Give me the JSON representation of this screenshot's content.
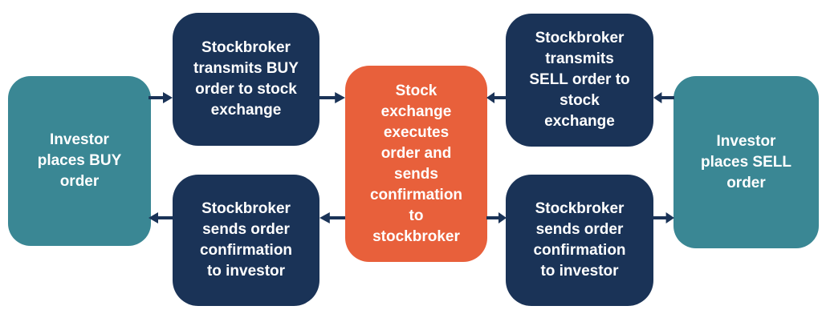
{
  "colors": {
    "teal": "#3A8794",
    "navy": "#1A3357",
    "orange": "#E8603B",
    "text": "#FFFFFF",
    "background": "#FFFFFF"
  },
  "nodes": [
    {
      "id": "investor-buy",
      "color": "teal",
      "label": "Investor\nplaces BUY\norder"
    },
    {
      "id": "broker-buy-transmit",
      "color": "navy",
      "label": "Stockbroker\ntransmits BUY\norder to stock\nexchange"
    },
    {
      "id": "exchange",
      "color": "orange",
      "label": "Stock\nexchange\nexecutes\norder and\nsends\nconfirmation\nto\nstockbroker"
    },
    {
      "id": "broker-sell-transmit",
      "color": "navy",
      "label": "Stockbroker\ntransmits\nSELL order to\nstock\nexchange"
    },
    {
      "id": "investor-sell",
      "color": "teal",
      "label": "Investor\nplaces SELL\norder"
    },
    {
      "id": "broker-buy-confirm",
      "color": "navy",
      "label": "Stockbroker\nsends order\nconfirmation\nto investor"
    },
    {
      "id": "broker-sell-confirm",
      "color": "navy",
      "label": "Stockbroker\nsends order\nconfirmation\nto investor"
    }
  ],
  "edges": [
    {
      "from": "investor-buy",
      "to": "broker-buy-transmit",
      "direction": "right"
    },
    {
      "from": "broker-buy-transmit",
      "to": "exchange",
      "direction": "right"
    },
    {
      "from": "broker-sell-transmit",
      "to": "exchange",
      "direction": "left"
    },
    {
      "from": "investor-sell",
      "to": "broker-sell-transmit",
      "direction": "left"
    },
    {
      "from": "broker-buy-confirm",
      "to": "investor-buy",
      "direction": "left"
    },
    {
      "from": "exchange",
      "to": "broker-buy-confirm",
      "direction": "left"
    },
    {
      "from": "exchange",
      "to": "broker-sell-confirm",
      "direction": "right"
    },
    {
      "from": "broker-sell-confirm",
      "to": "investor-sell",
      "direction": "right"
    }
  ]
}
